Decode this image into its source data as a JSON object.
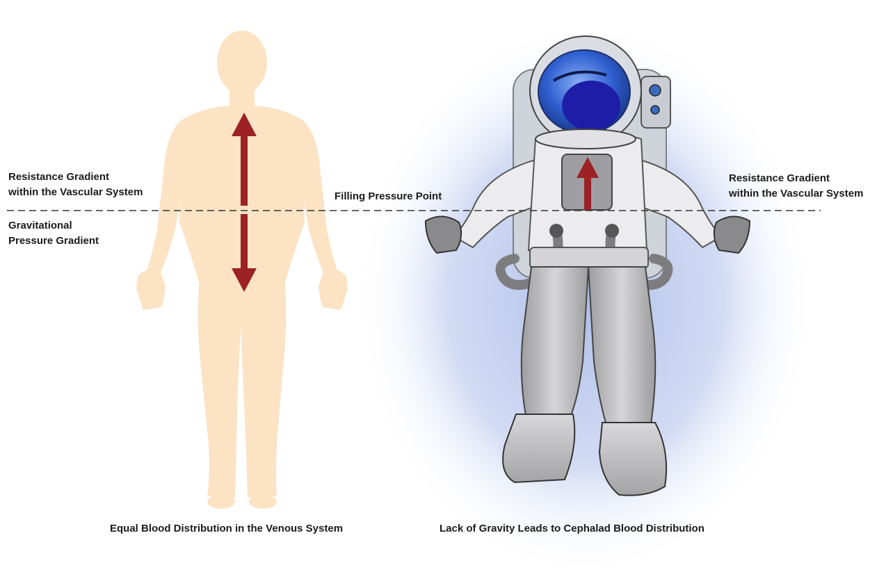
{
  "labels": {
    "left_resistance_line1": "Resistance Gradient",
    "left_resistance_line2": "within the Vascular System",
    "left_gravitational_line1": "Gravitational",
    "left_gravitational_line2": "Pressure Gradient",
    "filling_pressure_point": "Filling Pressure Point",
    "right_resistance_line1": "Resistance Gradient",
    "right_resistance_line2": "within the Vascular System"
  },
  "captions": {
    "left": "Equal Blood Distribution in the Venous System",
    "right": "Lack of Gravity Leads to Cephalad Blood Distribution"
  },
  "colors": {
    "body_skin": "#fbe3c4",
    "arrow": "#9c2226",
    "glow": "#aabbe6",
    "visor": "#2f5fd0",
    "suit": "#e9e9ea",
    "pants": "#bdbdbf"
  }
}
